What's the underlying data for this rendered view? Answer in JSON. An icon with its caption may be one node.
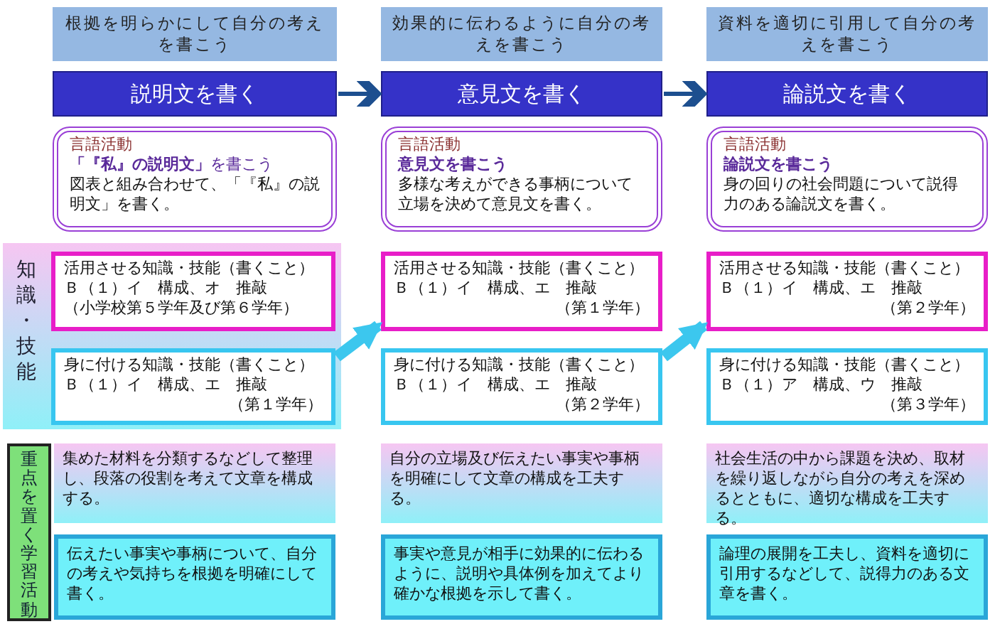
{
  "diagram": {
    "nodes": [
      {
        "text": [
          "根拠を明らかにして自分の考えを書こう"
        ]
      },
      {
        "text": [
          "効果的に伝わるように自分の考えを書こう"
        ]
      },
      {
        "text": [
          "資料を適切に引用して自分の考えを書こう"
        ]
      },
      {
        "text": [
          "説明文を書く"
        ]
      },
      {
        "text": [
          "意見文を書く"
        ]
      },
      {
        "text": [
          "論説文を書く"
        ]
      },
      {
        "text": [
          "言語活動",
          "**「『私』の説明文」**を書こう",
          "図表と組み合わせて、「『私』の説明文」を書く。"
        ]
      },
      {
        "text": [
          "言語活動",
          "**意見文を書こう**",
          "多様な考えができる事柄について立場を決めて意見文を書く。"
        ]
      },
      {
        "text": [
          "言語活動",
          "**論説文を書こう**",
          "身の回りの社会問題について説得力のある論説文を書く。"
        ]
      },
      {
        "text": [
          "知識・技能"
        ]
      },
      {
        "text": [
          "活用させる知識・技能（書くこと）",
          "Ｂ（１）イ　構成、オ　推敲",
          "（小学校第５学年及び第６学年）"
        ],
        "in": 9
      },
      {
        "text": [
          "活用させる知識・技能（書くこと）",
          "Ｂ（１）イ　構成、エ　推敲",
          "（第１学年）"
        ]
      },
      {
        "text": [
          "活用させる知識・技能（書くこと）",
          "Ｂ（１）イ　構成、エ　推敲",
          "（第２学年）"
        ]
      },
      {
        "text": [
          "身に付ける知識・技能（書くこと）",
          "Ｂ（１）イ　構成、エ　推敲",
          "（第１学年）"
        ],
        "in": 9
      },
      {
        "text": [
          "身に付ける知識・技能（書くこと）",
          "Ｂ（１）イ　構成、エ　推敲",
          "（第２学年）"
        ]
      },
      {
        "text": [
          "身に付ける知識・技能（書くこと）",
          "Ｂ（１）ア　構成、ウ　推敲",
          "（第３学年）"
        ]
      },
      {
        "text": [
          "重点を置く学習活動"
        ]
      },
      {
        "text": [
          "集めた材料を分類するなどして整理し、段落の役割を考えて文章を構成する。"
        ]
      },
      {
        "text": [
          "自分の立場及び伝えたい事実や事柄を明確にして文章の構成を工夫する。"
        ]
      },
      {
        "text": [
          "社会生活の中から課題を決め、取材を繰り返しながら自分の考えを深めるとともに、適切な構成を工夫する。"
        ]
      },
      {
        "text": [
          "伝えたい事実や事柄について、自分の考えや気持ちを根拠を明確にして書く。"
        ]
      },
      {
        "text": [
          "事実や意見が相手に効果的に伝わるように、説明や具体例を加えてより確かな根拠を示して書く。"
        ]
      },
      {
        "text": [
          "論理の展開を工夫し、資料を適切に引用するなどして、説得力のある文章を書く。"
        ]
      }
    ],
    "edges": [
      {
        "from": 3,
        "to": 4,
        "arrow": "to"
      },
      {
        "from": 4,
        "to": 5,
        "arrow": "to"
      },
      {
        "from": 13,
        "to": 11,
        "arrow": "to",
        "style": "thick",
        "color": "#3cc7ee"
      },
      {
        "from": 14,
        "to": 12,
        "arrow": "to",
        "style": "thick",
        "color": "#3cc7ee"
      }
    ]
  }
}
